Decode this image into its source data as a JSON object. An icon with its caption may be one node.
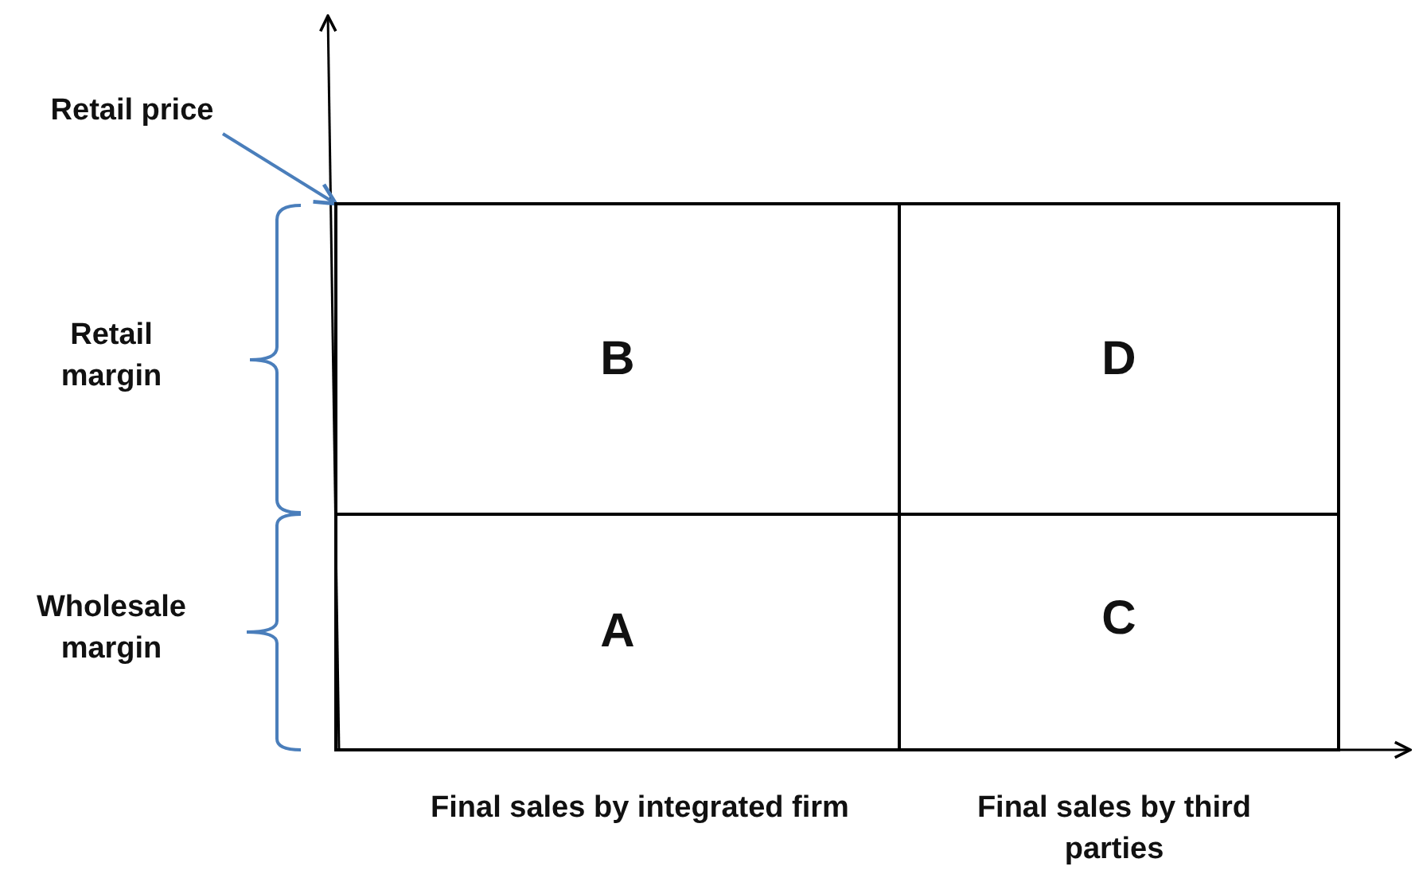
{
  "diagram": {
    "nodes": [
      {
        "text": [
          "Retail price"
        ]
      },
      {
        "text": [
          "B"
        ]
      },
      {
        "text": [
          "D"
        ]
      },
      {
        "text": [
          "A"
        ]
      },
      {
        "text": [
          "C"
        ]
      }
    ],
    "edges": [
      {
        "from": 0,
        "to": 1,
        "arrow": "to",
        "color": "#4a7ebb"
      }
    ],
    "labels": [
      "Retail margin",
      "Wholesale margin",
      "Final sales by integrated firm",
      "Final sales by third parties"
    ]
  }
}
